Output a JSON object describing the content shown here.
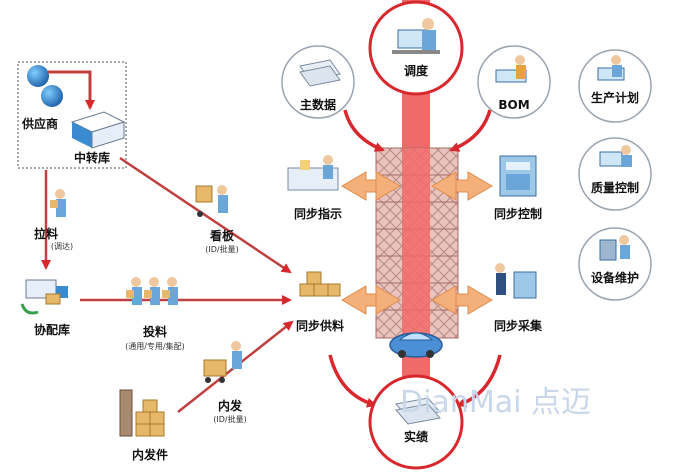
{
  "colors": {
    "accent_red": "#d9272e",
    "band_red": "#f16a6a",
    "orange": "#f3b07a",
    "watermark": "#c9d7ea"
  },
  "nodes": {
    "supplier": "供应商",
    "transfer_warehouse": "中转库",
    "pull": "拉料",
    "pull_sub": "(调达)",
    "kanban": "看板",
    "kanban_sub": "(ID/批量)",
    "coop_warehouse": "协配库",
    "feed": "投料",
    "feed_sub": "(通用/专用/集配)",
    "internal_issue": "内发",
    "internal_issue_sub": "(ID/批量)",
    "internal_issue_parts": "内发件",
    "dispatch": "调度",
    "master_data": "主数据",
    "bom": "BOM",
    "production_plan": "生产计划",
    "quality_control": "质量控制",
    "equipment_maintenance": "设备维护",
    "sync_instruction": "同步指示",
    "sync_control": "同步控制",
    "sync_supply": "同步供料",
    "sync_collection": "同步采集",
    "performance": "实绩"
  },
  "watermark": "DianMai 点迈"
}
